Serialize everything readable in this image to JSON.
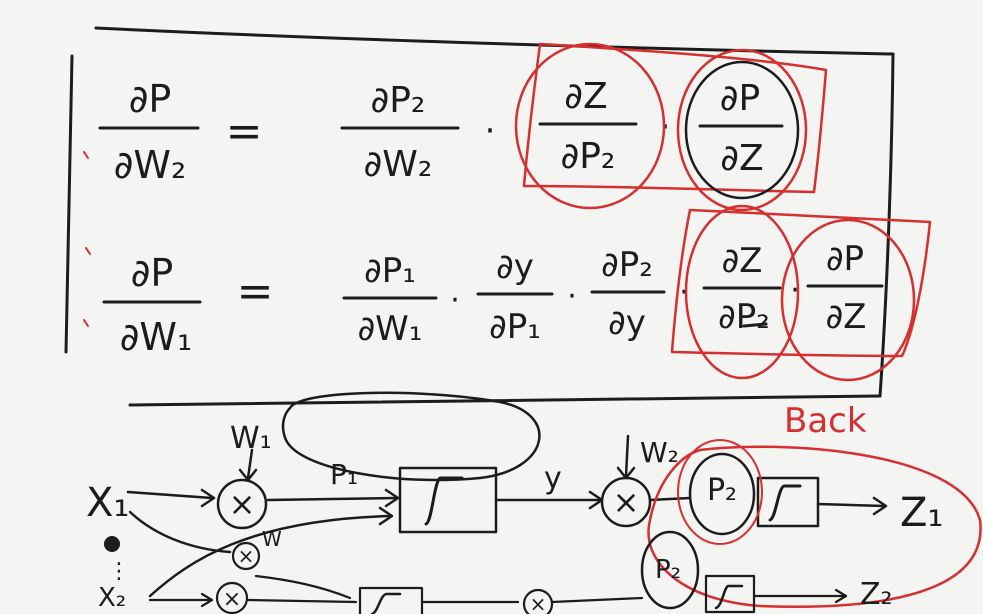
{
  "equations": [
    {
      "lhs": {
        "num": "∂P",
        "den": "∂W₂"
      },
      "eq": "=",
      "terms": [
        {
          "num": "∂P₂",
          "den": "∂W₂"
        },
        {
          "num": "∂Z",
          "den": "∂P₂"
        },
        {
          "num": "∂P",
          "den": "∂Z"
        }
      ],
      "dot": "·"
    },
    {
      "lhs": {
        "num": "∂P",
        "den": "∂W₁"
      },
      "eq": "=",
      "terms": [
        {
          "num": "∂P₁",
          "den": "∂W₁"
        },
        {
          "num": "∂y",
          "den": "∂P₁"
        },
        {
          "num": "∂P₂",
          "den": "∂y"
        },
        {
          "num": "∂Z",
          "den": "∂P₂"
        },
        {
          "num": "∂P",
          "den": "∂Z"
        }
      ],
      "dot": "·"
    }
  ],
  "diagram": {
    "back_label": "Back",
    "x1": "X₁",
    "x2": "X₂",
    "w1": "W₁",
    "w2": "W₂",
    "w": "W",
    "p1": "P₁",
    "y": "y",
    "p2_top": "P₂",
    "p2_bottom": "P₂",
    "z1": "Z₁",
    "z2": "Z₂",
    "mult": "×",
    "dots": "⋮"
  },
  "colors": {
    "ink": "#1c1c1c",
    "annotation": "#d62f2f",
    "paper": "#f4f4f2"
  }
}
